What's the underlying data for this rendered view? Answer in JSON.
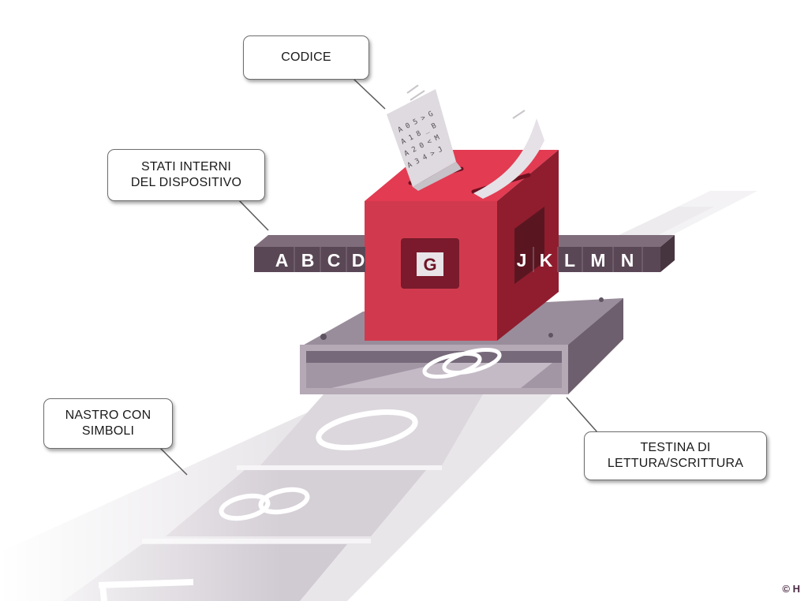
{
  "callouts": {
    "codice": "CODICE",
    "stati": {
      "line1": "STATI INTERNI",
      "line2": "DEL DISPOSITIVO"
    },
    "nastro": {
      "line1": "NASTRO CON",
      "line2": "SIMBOLI"
    },
    "testina": {
      "line1": "TESTINA DI",
      "line2": "LETTURA/SCRITTURA"
    }
  },
  "states_left": [
    "A",
    "B",
    "C",
    "D"
  ],
  "current_state": "G",
  "states_right": [
    "J",
    "K",
    "L",
    "M",
    "N"
  ],
  "code_lines": [
    "A 0 5 > G",
    "A 1 8 _ B",
    "A 2 0 < M",
    "A 3 4 > J"
  ],
  "copyright": "© H",
  "colors": {
    "box_front": "#d13a4e",
    "box_top": "#e23b52",
    "box_side": "#8f1d2e",
    "strip": "#5a4756",
    "base": "#b5a9b6",
    "tape": "#e4e0e5"
  }
}
